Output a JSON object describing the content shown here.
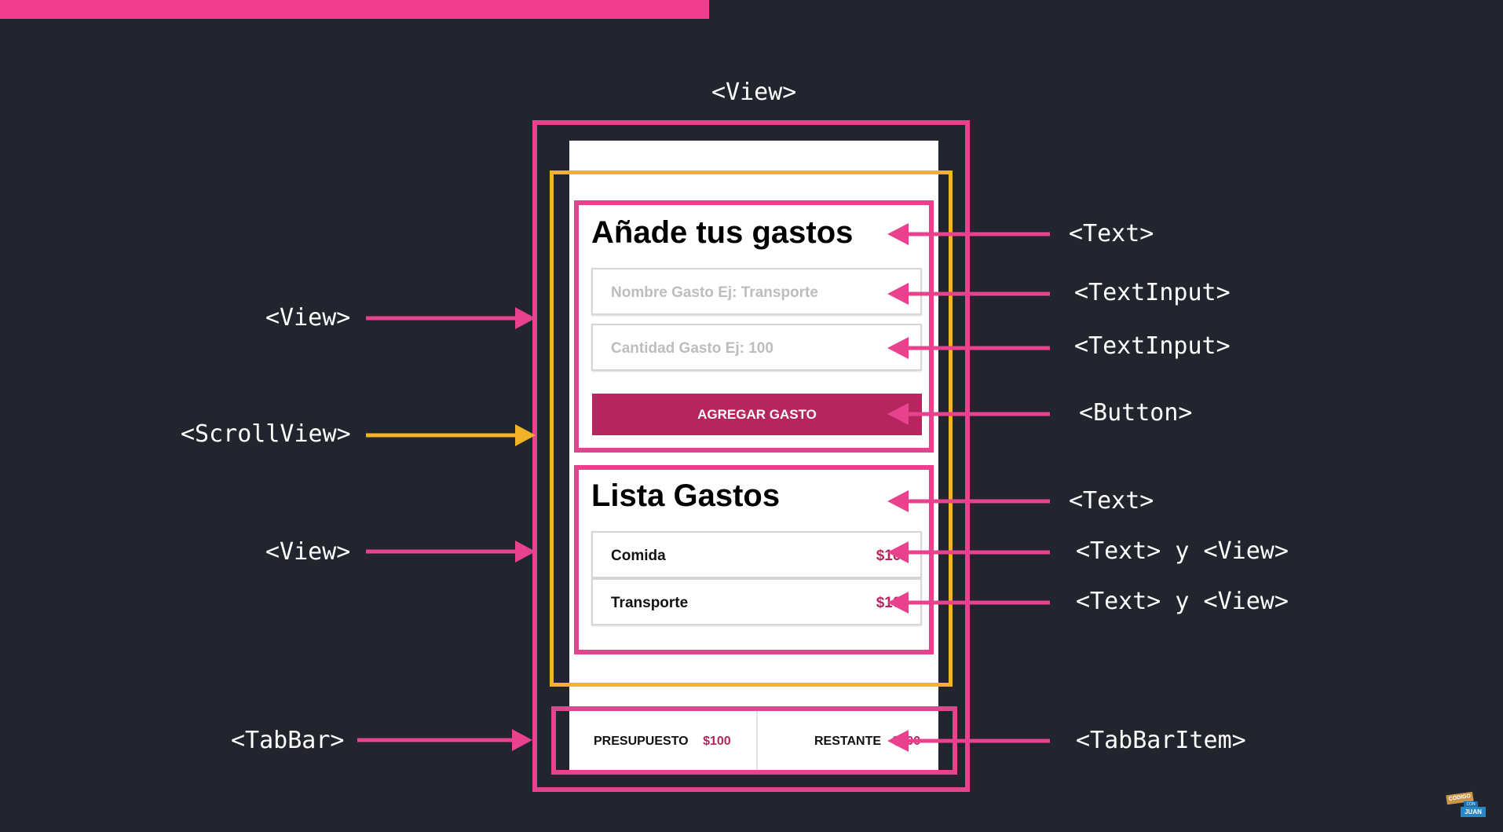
{
  "colors": {
    "background": "#22252e",
    "pink": "#e8428f",
    "yellow": "#f2b329",
    "accent": "#b5265e"
  },
  "labels": {
    "root_view": "<View>",
    "left_view_1": "<View>",
    "left_scrollview": "<ScrollView>",
    "left_view_2": "<View>",
    "left_tabbar": "<TabBar>",
    "right_text_1": "<Text>",
    "right_textinput_1": "<TextInput>",
    "right_textinput_2": "<TextInput>",
    "right_button": "<Button>",
    "right_text_2": "<Text>",
    "right_text_view_1": "<Text> y <View>",
    "right_text_view_2": "<Text> y <View>",
    "right_tabbaritem": "<TabBarItem>"
  },
  "app": {
    "form_title": "Añade tus gastos",
    "name_placeholder": "Nombre Gasto Ej: Transporte",
    "amount_placeholder": "Cantidad Gasto Ej: 100",
    "add_button": "AGREGAR GASTO",
    "list_title": "Lista Gastos",
    "items": [
      {
        "label": "Comida",
        "value": "$100"
      },
      {
        "label": "Transporte",
        "value": "$100"
      }
    ],
    "tabs": [
      {
        "label": "PRESUPUESTO",
        "value": "$100"
      },
      {
        "label": "RESTANTE",
        "value": "$100"
      }
    ]
  },
  "logo_text": [
    "CÓDIGO",
    "CON",
    "JUAN"
  ]
}
